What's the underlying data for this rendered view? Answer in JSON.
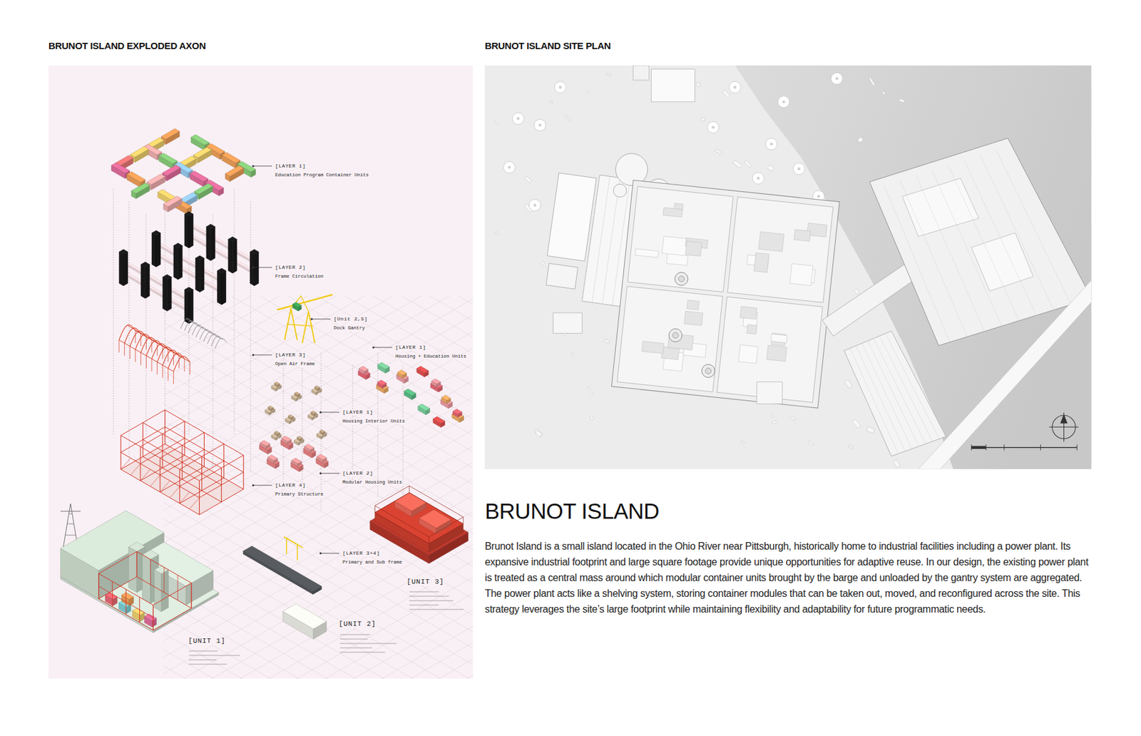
{
  "diagram": {
    "title": "BRUNOT ISLAND",
    "caption": "Brunot Island is a small island located in the Ohio River near Pittsburgh, historically home to industrial facilities including a power plant. Its expansive industrial footprint and large square footage provide unique opportunities for adaptive reuse. In our design, the existing power plant is treated as a central mass around which modular container units brought by the barge and unloaded by the gantry system are aggregated. The power plant acts like a shelving system, storing container modules that can be taken out, moved, and reconfigured across the site. This strategy leverages the site’s large footprint while maintaining flexibility and adaptability for future programmatic needs.",
    "nodes": [
      {
        "text": [
          "BRUNOT ISLAND EXPLODED AXON"
        ]
      },
      {
        "text": [
          "BRUNOT ISLAND SITE PLAN"
        ]
      }
    ],
    "labels": [
      "[LAYER 1]",
      "Education Program Container Units",
      "[LAYER 2]",
      "Frame Circulation",
      "[Unit 2,5]",
      "Dock Gantry",
      "[LAYER 1]",
      "Housing + Education Units",
      "[LAYER 3]",
      "Open Air Frame",
      "[LAYER 1]",
      "Housing Interior Units",
      "[LAYER 2]",
      "Modular Housing Units",
      "[LAYER 4]",
      "Primary Structure",
      "[LAYER 3+4]",
      "Primary and Sub frame",
      "[UNIT 3]",
      "[UNIT 2]",
      "[UNIT 1]"
    ]
  }
}
